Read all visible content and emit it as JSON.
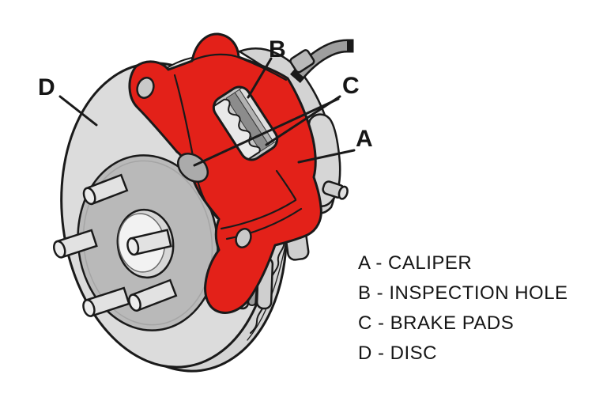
{
  "title": "Disc brake assembly diagram",
  "colors": {
    "caliper_red": "#e32119",
    "disc_face_gray": "#dcdcdc",
    "disc_edge_gray": "#d4d4d4",
    "hub_gray": "#b9b9b9",
    "bore_light": "#f2f2f2",
    "stud_gray": "#e2e2e2",
    "bracket_gray": "#d3d3d3",
    "hose_gray": "#9e9e9e",
    "pad_backing_gray": "#c6c6c6",
    "pad_light": "#e9e9e9",
    "pad_dark": "#8c8c8c",
    "pad_mid": "#b2b2b2",
    "outline_dark": "#1a1a1a",
    "background": "#ffffff"
  },
  "diagram": {
    "callouts": [
      {
        "letter": "D"
      },
      {
        "letter": "B"
      },
      {
        "letter": "C"
      },
      {
        "letter": "A"
      }
    ]
  },
  "legend": {
    "items": [
      {
        "letter": "A",
        "name": "CALIPER",
        "text": "A - CALIPER"
      },
      {
        "letter": "B",
        "name": "INSPECTION HOLE",
        "text": "B - INSPECTION HOLE"
      },
      {
        "letter": "C",
        "name": "BRAKE PADS",
        "text": "C - BRAKE PADS"
      },
      {
        "letter": "D",
        "name": "DISC",
        "text": "D - DISC"
      }
    ]
  }
}
